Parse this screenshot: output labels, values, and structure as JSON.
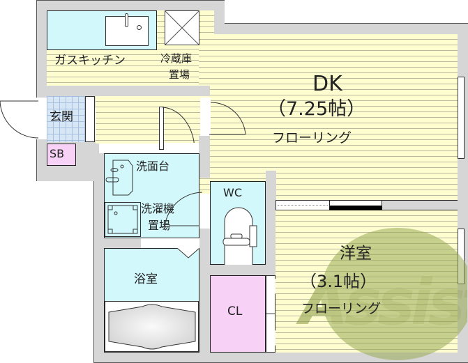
{
  "floorplan": {
    "rooms": {
      "dk": {
        "name": "DK",
        "size": "（7.25帖）",
        "floor": "フローリング"
      },
      "western": {
        "name": "洋室",
        "size": "（3.1帖）",
        "floor": "フローリング"
      },
      "kitchen": {
        "label": "ガスキッチン"
      },
      "fridge": {
        "label_line1": "冷蔵庫",
        "label_line2": "置場"
      },
      "entrance": {
        "label": "玄関"
      },
      "shoe_box": {
        "label": "SB"
      },
      "washstand": {
        "label": "洗面台"
      },
      "washer": {
        "label_line1": "洗濯機",
        "label_line2": "置場"
      },
      "bath": {
        "label": "浴室"
      },
      "toilet": {
        "label": "WC"
      },
      "closet": {
        "label": "CL"
      }
    },
    "watermark": {
      "text": "Assist"
    },
    "colors": {
      "wall": "#d6d6d6",
      "flooring": "#fdfdd0",
      "wet_area": "#d2f8fb",
      "closet": "#f8d2f6",
      "entrance_tile": "#d7e6f5",
      "watermark": "#8a9a40"
    }
  }
}
